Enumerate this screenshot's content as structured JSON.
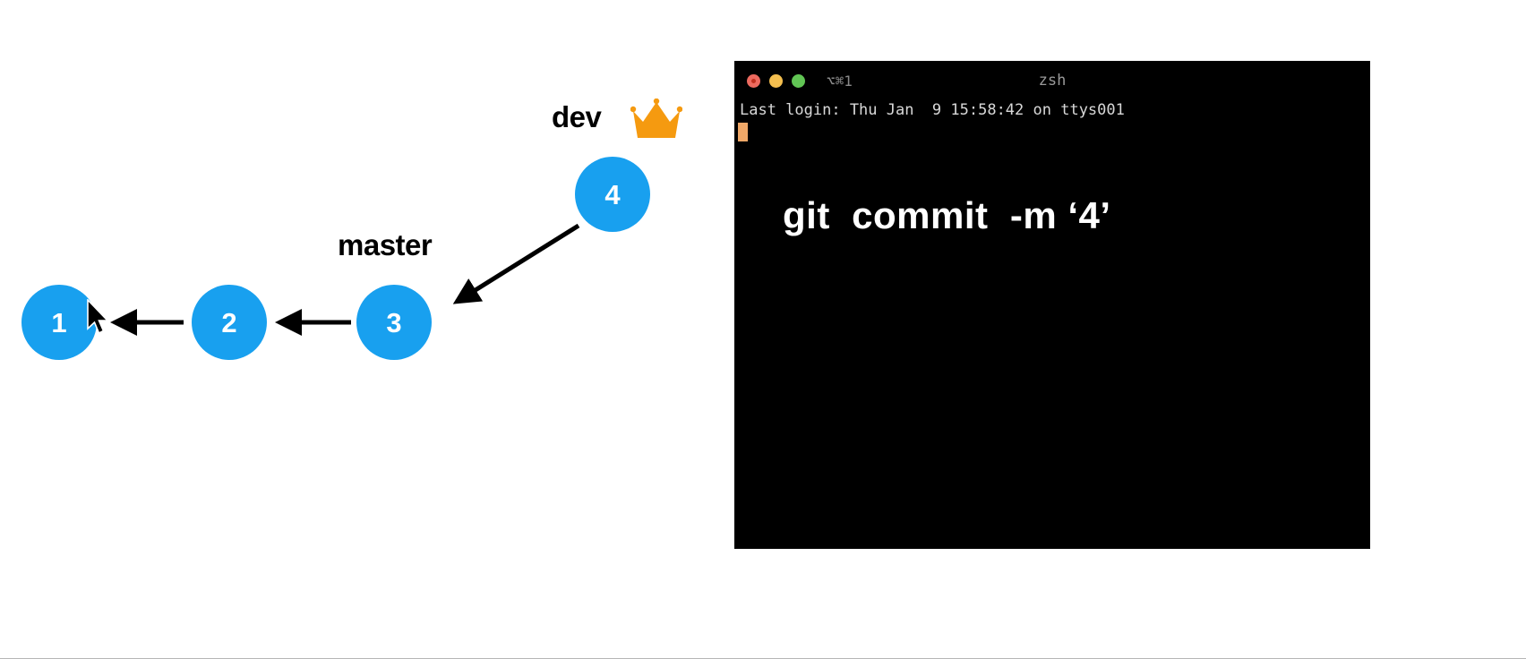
{
  "graph": {
    "nodes": [
      {
        "id": "1",
        "label": "1"
      },
      {
        "id": "2",
        "label": "2"
      },
      {
        "id": "3",
        "label": "3"
      },
      {
        "id": "4",
        "label": "4"
      }
    ],
    "edges": [
      {
        "from": "2",
        "to": "1"
      },
      {
        "from": "3",
        "to": "2"
      },
      {
        "from": "4",
        "to": "3"
      }
    ],
    "branch_labels": {
      "master": "master",
      "dev": "dev"
    },
    "crown_icon": "crown-icon",
    "node_color": "#18a0ef",
    "node_text_color": "#ffffff",
    "edge_color": "#000000",
    "crown_color": "#f59a10",
    "cursor_icon": "mouse-pointer-icon"
  },
  "terminal": {
    "titlebar": {
      "shortcut": "⌥⌘1",
      "shell_title": "zsh",
      "buttons": {
        "close": "close-button",
        "minimize": "minimize-button",
        "zoom": "zoom-button"
      },
      "button_colors": {
        "close": "#ed6a5f",
        "minimize": "#f4bf4f",
        "zoom": "#61c554"
      }
    },
    "last_login": "Last login: Thu Jan  9 15:58:42 on ttys001",
    "command": "git  commit  -m ‘4’",
    "cursor_color": "#f0a868",
    "background": "#000000",
    "text_color": "#d8d8d8"
  }
}
